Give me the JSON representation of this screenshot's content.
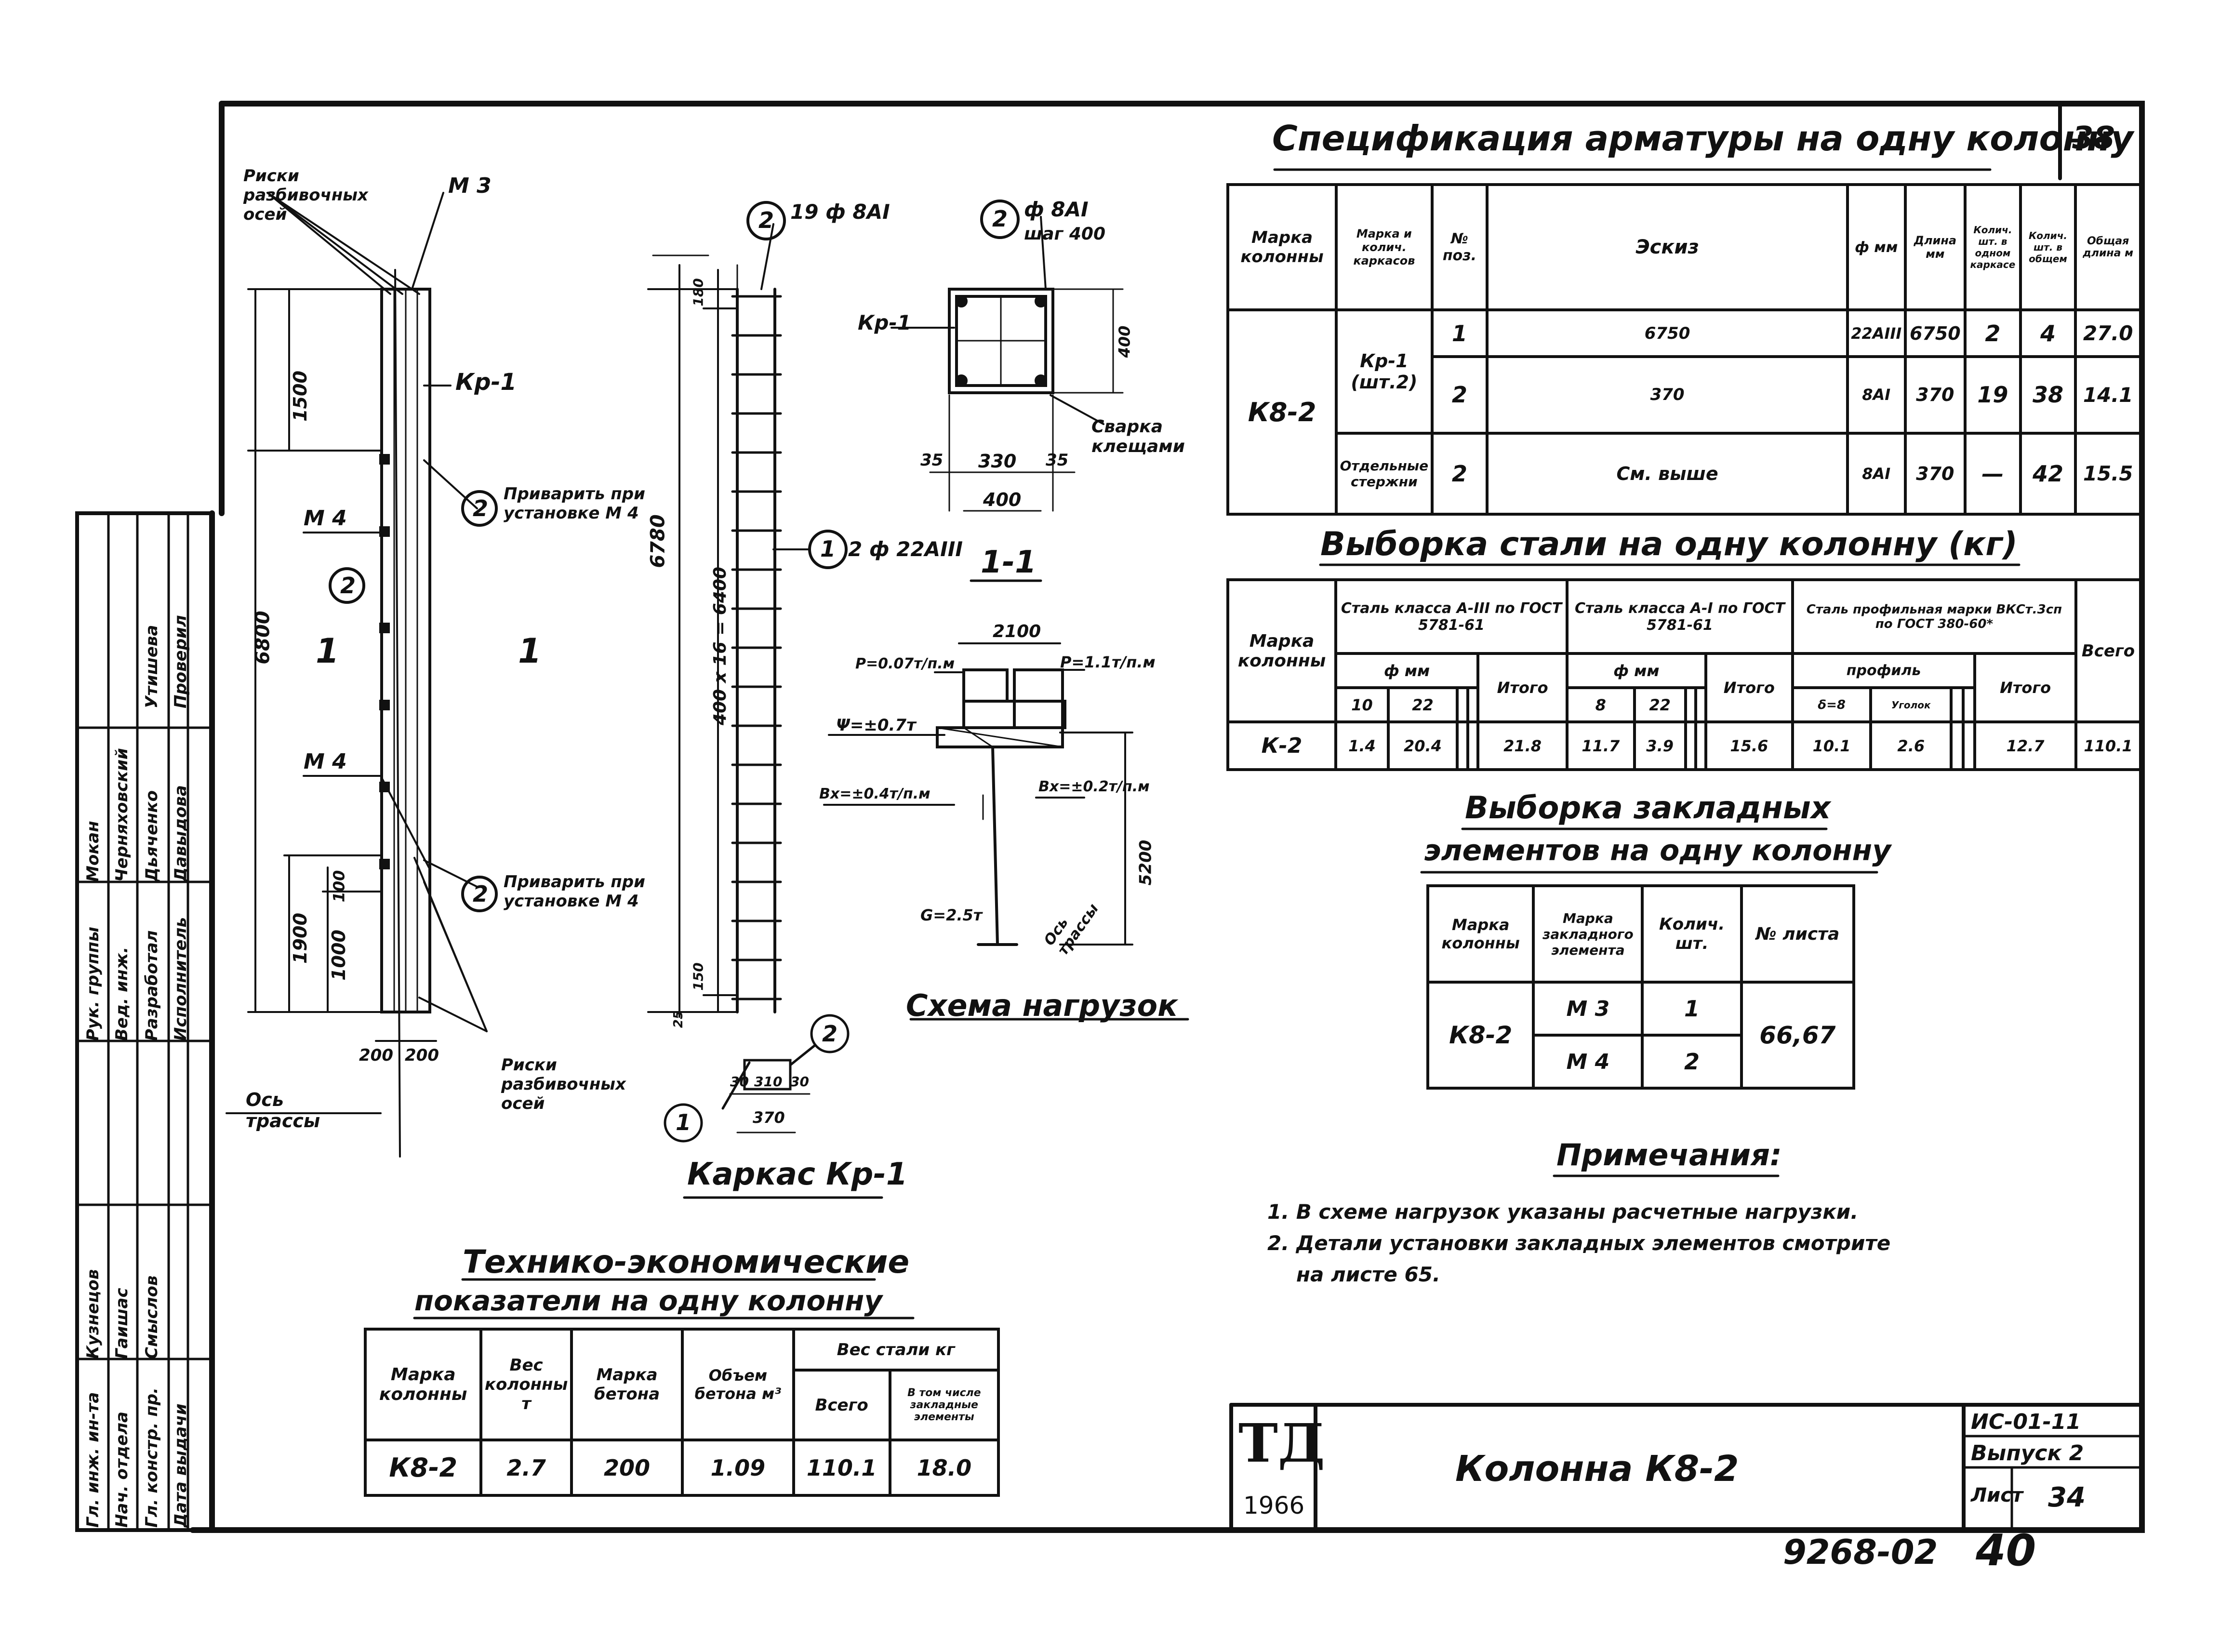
{
  "sheet": {
    "number": "38",
    "stamp_code": "9268-02",
    "stamp_sheet": "40",
    "td_logo": "ТД",
    "td_year": "1966",
    "title": "Колонна К8-2",
    "series": "ИС-01-11",
    "issue": "Выпуск 2",
    "sheet_label": "Лист",
    "sheet_no": "34"
  },
  "frame_left": {
    "roles": [
      "Гл. инж. ин-та",
      "Нач. отдела",
      "Гл. констр. пр.",
      "Рук. группы",
      "Вед. инж.",
      "Разработал",
      "Исполнитель",
      "Проверил"
    ],
    "names": [
      "Кузнецов",
      "Гаишас",
      "Смыслов",
      "Мокан",
      "Черняховский",
      "Дьяченко",
      "Давыдова",
      "Утишева"
    ],
    "date": "Дата выдачи"
  },
  "column_drawing": {
    "label_riski_top": "Риски разбивочных осей",
    "label_m3": "М 3",
    "label_kp1": "Кр-1",
    "label_m4_a": "М 4",
    "label_m4_b": "М 4",
    "note_weld_1": "Приварить при установке М 4",
    "note_weld_2": "Приварить при установке М 4",
    "label_riski_bottom": "Риски разбивочных осей",
    "axis_label": "Ось трассы",
    "section_mark": "1",
    "callout_2": "2",
    "dim_1500": "1500",
    "dim_6800": "6800",
    "dim_1900": "1900",
    "dim_1000": "1000",
    "dim_100": "100",
    "dim_200a": "200",
    "dim_200b": "200"
  },
  "cage_drawing": {
    "callout_2": "2",
    "callout_1": "1",
    "label_top": "19 ф 8АI",
    "label_side": "2 ф 22АIII",
    "dim_6780": "6780",
    "dim_spacing": "400 х 16 = 6400",
    "dim_180": "180",
    "dim_150": "150",
    "dim_25": "25",
    "caption": "Каркас Кр-1",
    "detail_30a": "30",
    "detail_310": "310",
    "detail_30b": "30",
    "detail_370": "370"
  },
  "section_drawing": {
    "callout": "2",
    "label_bar": "ф 8АI",
    "label_step": "шаг 400",
    "label_kp": "Кр-1",
    "label_weld": "Сварка клещами",
    "dim_400_side": "400",
    "dim_35a": "35",
    "dim_330": "330",
    "dim_35b": "35",
    "dim_400": "400",
    "caption": "1-1"
  },
  "load_scheme": {
    "dim_2100": "2100",
    "p_left": "Р=0.07т/п.м",
    "p_right": "Р=1.1т/п.м",
    "psi": "Ψ=±0.7т",
    "bx_left": "Вх=±0.4т/п.м",
    "bx_right": "Вх=±0.2т/п.м",
    "g": "G=2.5т",
    "axis": "Ось трассы",
    "dim_5200": "5200",
    "caption": "Схема нагрузок"
  },
  "spec_table": {
    "title": "Спецификация арматуры на одну колонну",
    "headers": [
      "Марка колонны",
      "Марка и колич. каркасов",
      "№ поз.",
      "Эскиз",
      "ф мм",
      "Длина мм",
      "Колич. шт. в одном каркасе",
      "Колич. шт. в общем",
      "Общая длина м"
    ],
    "mark": "К8-2",
    "cage": "Кр-1 (шт.2)",
    "loose": "Отдельные стержни",
    "rows": [
      {
        "pos": "1",
        "sketch": "6750",
        "d": "22АIII",
        "len": "6750",
        "n1": "2",
        "n2": "4",
        "total": "27.0"
      },
      {
        "pos": "2",
        "sketch": "370",
        "d": "8АI",
        "len": "370",
        "n1": "19",
        "n2": "38",
        "total": "14.1"
      },
      {
        "pos": "2",
        "sketch": "См. выше",
        "d": "8АI",
        "len": "370",
        "n1": "—",
        "n2": "42",
        "total": "15.5"
      }
    ]
  },
  "steel_table": {
    "title": "Выборка стали на одну колонну (кг)",
    "h_mark": "Марка колонны",
    "h_a3": "Сталь класса А-III по ГОСТ 5781-61",
    "h_a1": "Сталь класса А-I по ГОСТ 5781-61",
    "h_prof": "Сталь профильная марки ВКСт.3сп по ГОСТ 380-60*",
    "h_total": "Всего",
    "h_dmm": "ф мм",
    "h_prof_sub": "профиль",
    "h_itogo": "Итого",
    "sub": [
      "10",
      "22",
      "8",
      "22",
      "δ=8",
      "Уголок"
    ],
    "row": {
      "mark": "К-2",
      "a3_10": "1.4",
      "a3_22": "20.4",
      "a3_total": "21.8",
      "a1_8": "11.7",
      "a1_22": "3.9",
      "a1_total": "15.6",
      "p1": "10.1",
      "p2": "2.6",
      "p_total": "12.7",
      "total": "110.1"
    }
  },
  "embed_table": {
    "title_1": "Выборка закладных",
    "title_2": "элементов на одну колонну",
    "headers": [
      "Марка колонны",
      "Марка закладного элемента",
      "Колич. шт.",
      "№ листа"
    ],
    "mark": "К8-2",
    "rows": [
      {
        "el": "М 3",
        "qty": "1"
      },
      {
        "el": "М 4",
        "qty": "2"
      }
    ],
    "sheets": "66,67"
  },
  "notes": {
    "title": "Примечания:",
    "lines": [
      "1. В схеме нагрузок указаны расчетные нагрузки.",
      "2. Детали установки закладных элементов смотрите",
      "на листе 65."
    ]
  },
  "tech_table": {
    "title_1": "Технико-экономические",
    "title_2": "показатели на одну колонну",
    "headers": [
      "Марка колонны",
      "Вес колонны т",
      "Марка бетона",
      "Объем бетона м³",
      "Вес стали кг",
      "Всего",
      "В том числе закладные элементы"
    ],
    "row": {
      "mark": "К8-2",
      "weight": "2.7",
      "concrete": "200",
      "volume": "1.09",
      "steel": "110.1",
      "embedded": "18.0"
    }
  }
}
